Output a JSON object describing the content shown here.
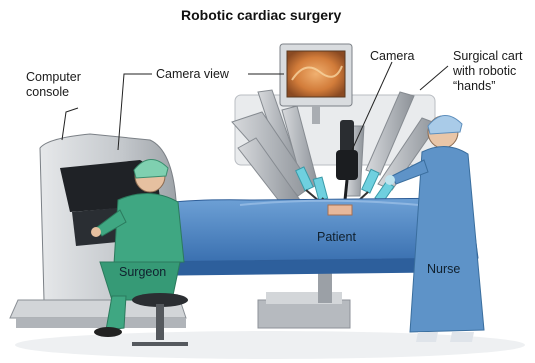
{
  "title": "Robotic cardiac surgery",
  "labels": {
    "computer_console": [
      "Computer",
      "console"
    ],
    "camera_view": "Camera view",
    "camera": "Camera",
    "surgical_cart": [
      "Surgical cart",
      "with robotic",
      "“hands”"
    ],
    "patient": "Patient",
    "surgeon": "Surgeon",
    "nurse": "Nurse"
  },
  "colors": {
    "console_gray": "#c9ccd0",
    "scrubs_green": "#3fa782",
    "nurse_gown_blue": "#5e93c8",
    "drape_blue": "#4f86c6",
    "robot_gray": "#a9adb2",
    "instrument_teal": "#6fd0df",
    "monitor_tissue": "#d98a4a"
  }
}
